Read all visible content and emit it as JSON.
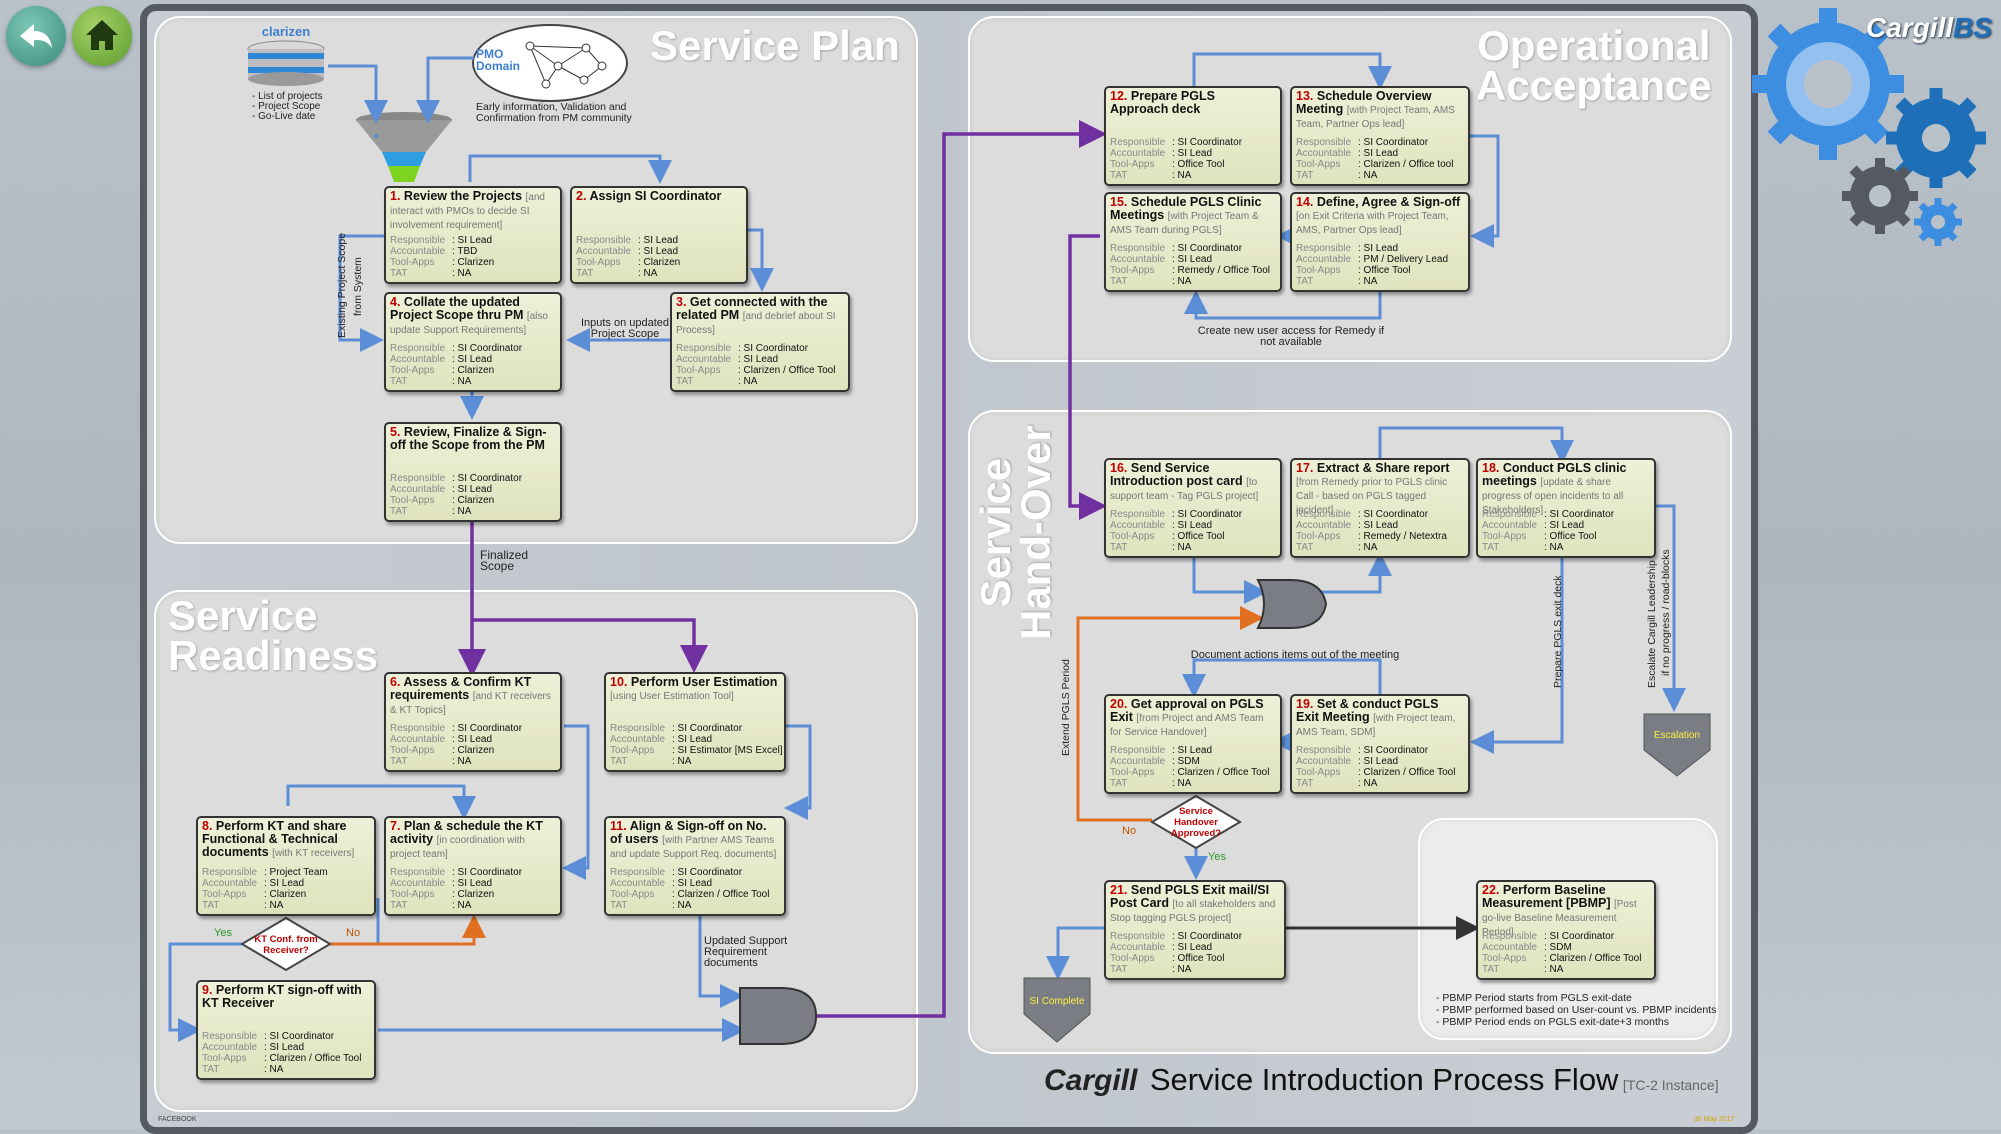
{
  "brand": {
    "logo_text": "Cargill",
    "suffix": "BS"
  },
  "nav": {
    "back_label": "Back",
    "home_label": "Home"
  },
  "sources": {
    "clarizen_label": "clarizen",
    "clarizen_items": [
      "- List of projects",
      "- Project Scope",
      "- Go-Live date"
    ],
    "pmo_label": "PMO Domain",
    "pmo_caption": "Early information, Validation and Confirmation from PM community"
  },
  "panels": {
    "service_plan": "Service Plan",
    "service_readiness": "Service\nReadiness",
    "operational_acceptance": "Operational\nAcceptance",
    "service_handover": "Service\nHand-Over"
  },
  "row_keys": [
    "Responsible",
    "Accountable",
    "Tool-Apps",
    "TAT"
  ],
  "boxes": [
    {
      "n": "1.",
      "title": "Review the Projects",
      "sub": "[and interact with PMOs to decide SI involvement requirement]",
      "values": [
        ": SI Lead",
        ": TBD",
        ": Clarizen",
        ": NA"
      ]
    },
    {
      "n": "2.",
      "title": "Assign SI Coordinator",
      "sub": "",
      "values": [
        ": SI Lead",
        ": SI Lead",
        ": Clarizen",
        ": NA"
      ]
    },
    {
      "n": "3.",
      "title": "Get connected with the related PM",
      "sub": "[and debrief about SI Process]",
      "values": [
        ": SI Coordinator",
        ": SI Lead",
        ": Clarizen / Office Tool",
        ": NA"
      ]
    },
    {
      "n": "4.",
      "title": "Collate the updated Project Scope thru PM",
      "sub": "[also update Support Requirements]",
      "values": [
        ": SI Coordinator",
        ": SI Lead",
        ": Clarizen",
        ": NA"
      ]
    },
    {
      "n": "5.",
      "title": "Review, Finalize & Sign-off the Scope from the PM",
      "sub": "",
      "values": [
        ": SI Coordinator",
        ": SI Lead",
        ": Clarizen",
        ": NA"
      ]
    },
    {
      "n": "6.",
      "title": "Assess & Confirm KT requirements",
      "sub": "[and KT receivers & KT Topics]",
      "values": [
        ": SI Coordinator",
        ": SI Lead",
        ": Clarizen",
        ": NA"
      ]
    },
    {
      "n": "7.",
      "title": "Plan & schedule the KT activity",
      "sub": "[in coordination with project team]",
      "values": [
        ": SI Coordinator",
        ": SI Lead",
        ": Clarizen",
        ": NA"
      ]
    },
    {
      "n": "8.",
      "title": "Perform KT and share Functional & Technical documents",
      "sub": "[with KT receivers]",
      "values": [
        ": Project Team",
        ": SI Lead",
        ": Clarizen",
        ": NA"
      ]
    },
    {
      "n": "9.",
      "title": "Perform KT sign-off with KT Receiver",
      "sub": "",
      "values": [
        ": SI Coordinator",
        ": SI Lead",
        ": Clarizen / Office Tool",
        ": NA"
      ]
    },
    {
      "n": "10.",
      "title": "Perform User Estimation",
      "sub": "[using User Estimation Tool]",
      "values": [
        ": SI Coordinator",
        ": SI Lead",
        ": SI Estimator [MS Excel]",
        ": NA"
      ]
    },
    {
      "n": "11.",
      "title": "Align & Sign-off on No. of users",
      "sub": "[with Partner AMS Teams and update Support Req. documents]",
      "values": [
        ": SI Coordinator",
        ": SI Lead",
        ": Clarizen / Office Tool",
        ": NA"
      ]
    },
    {
      "n": "12.",
      "title": "Prepare PGLS Approach deck",
      "sub": "",
      "values": [
        ": SI Coordinator",
        ": SI Lead",
        ": Office Tool",
        ": NA"
      ]
    },
    {
      "n": "13.",
      "title": "Schedule Overview Meeting",
      "sub": "[with Project Team, AMS Team, Partner Ops lead]",
      "values": [
        ": SI Coordinator",
        ": SI Lead",
        ": Clarizen / Office tool",
        ": NA"
      ]
    },
    {
      "n": "14.",
      "title": "Define, Agree & Sign-off",
      "sub": "[on Exit Criteria with Project Team, AMS, Partner Ops lead]",
      "values": [
        ": SI Lead",
        ": PM / Delivery Lead",
        ": Office Tool",
        ": NA"
      ]
    },
    {
      "n": "15.",
      "title": "Schedule PGLS Clinic Meetings",
      "sub": "[with Project Team & AMS Team during PGLS]",
      "values": [
        ": SI Coordinator",
        ": SI Lead",
        ": Remedy / Office Tool",
        ": NA"
      ]
    },
    {
      "n": "16.",
      "title": "Send Service Introduction post card",
      "sub": "[to support team - Tag PGLS project]",
      "values": [
        ": SI Coordinator",
        ": SI Lead",
        ": Office Tool",
        ": NA"
      ]
    },
    {
      "n": "17.",
      "title": "Extract & Share report",
      "sub": "[from Remedy prior to PGLS clinic Call - based on PGLS tagged incident]",
      "values": [
        ": SI Coordinator",
        ": SI Lead",
        ": Remedy / Netextra",
        ": NA"
      ]
    },
    {
      "n": "18.",
      "title": "Conduct PGLS clinic meetings",
      "sub": "[update & share progress of open incidents to all Stakeholders]",
      "values": [
        ": SI Coordinator",
        ": SI Lead",
        ": Office Tool",
        ": NA"
      ]
    },
    {
      "n": "19.",
      "title": "Set & conduct PGLS Exit Meeting",
      "sub": "[with Project team, AMS Team, SDM]",
      "values": [
        ": SI Coordinator",
        ": SI Lead",
        ": Clarizen / Office Tool",
        ": NA"
      ]
    },
    {
      "n": "20.",
      "title": "Get approval on PGLS Exit",
      "sub": "[from Project and AMS Team for Service Handover]",
      "values": [
        ": SI Lead",
        ": SDM",
        ": Clarizen / Office Tool",
        ": NA"
      ]
    },
    {
      "n": "21.",
      "title": "Send PGLS Exit mail/SI Post Card",
      "sub": "[to all stakeholders and Stop tagging PGLS project]",
      "values": [
        ": SI Coordinator",
        ": SI Lead",
        ": Office Tool",
        ": NA"
      ]
    },
    {
      "n": "22.",
      "title": "Perform Baseline Measurement [PBMP]",
      "sub": "[Post go-live Baseline Measurement Period]",
      "values": [
        ": SI Coordinator",
        ": SDM",
        ": Clarizen / Office Tool",
        ": NA"
      ]
    }
  ],
  "labels": {
    "existing_scope": "Existing Project Scope",
    "from_system": "from System",
    "inputs_scope": "Inputs on updated Project Scope",
    "finalized_scope": "Finalized Scope",
    "updated_support": "Updated Support Requirement documents",
    "remedy_access": "Create new user access for Remedy if not available",
    "doc_actions": "Document actions items out of the meeting",
    "extend_pgls": "Extend PGLS Period",
    "prepare_exit": "Prepare PGLS exit deck",
    "escalate_1": "Escalate Cargill Leadership",
    "escalate_2": "if no progress / road-blocks",
    "kt_decision": "KT Conf. from Receiver?",
    "handover_decision": "Service Handover Approved?",
    "yes": "Yes",
    "no": "No",
    "escalation": "Escalation",
    "si_complete": "SI Complete"
  },
  "pbmp_notes": [
    "- PBMP Period starts from PGLS exit-date",
    "- PBMP performed based on User-count vs. PBMP incidents",
    "- PBMP Period ends on PGLS exit-date+3 months"
  ],
  "footer": {
    "logo": "Cargill",
    "title": "Service Introduction Process Flow",
    "instance": "[TC-2 Instance]",
    "date": "30 May 2017",
    "left_tag": "FACEBOOK"
  },
  "colors": {
    "flow_blue": "#5b8ed6",
    "flow_purple": "#7030a0",
    "flow_orange": "#e07020",
    "step_red": "#c00000"
  }
}
